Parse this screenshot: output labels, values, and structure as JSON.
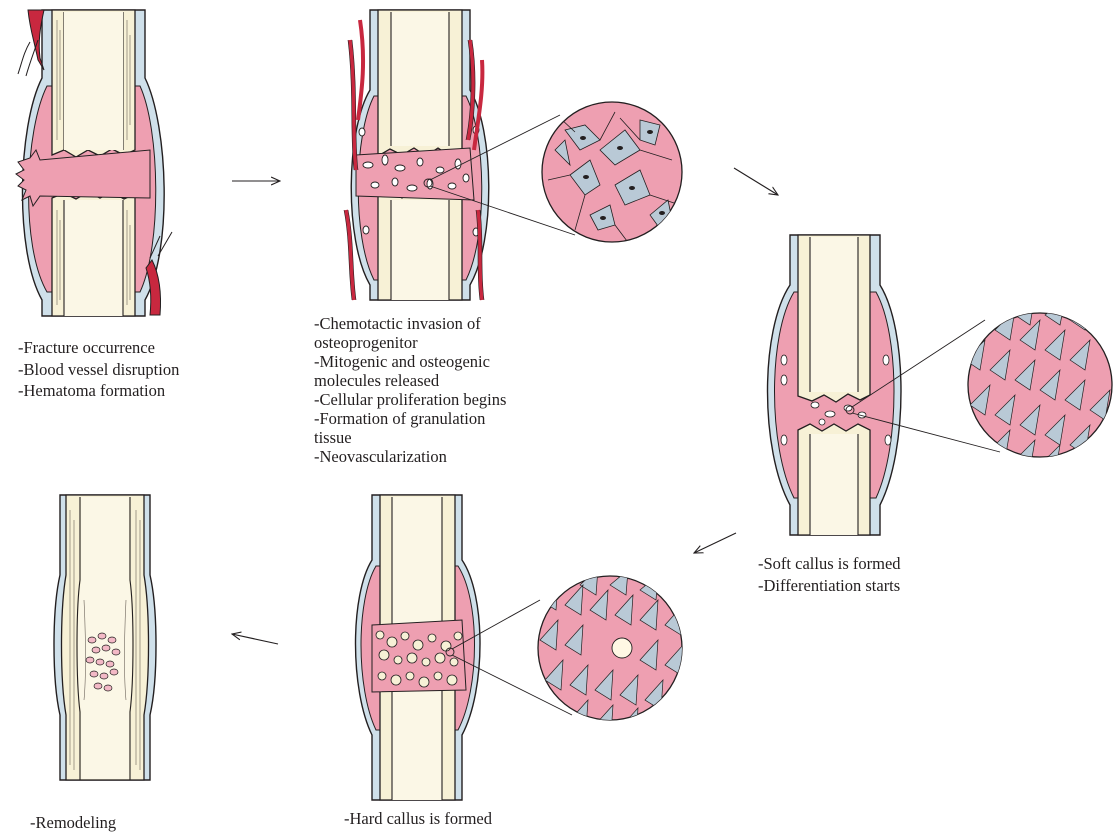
{
  "colors": {
    "pink": "#ee9fb1",
    "pink_light": "#f3b9c6",
    "bone": "#f7f1d6",
    "periosteum": "#cfe0ea",
    "vessel": "#c8283f",
    "cell": "#b9c9d6",
    "ink": "#231f20"
  },
  "stages": [
    {
      "name": "hematoma",
      "caption": [
        "-Fracture occurrence",
        "-Blood vessel disruption",
        "-Hematoma formation"
      ]
    },
    {
      "name": "inflammation",
      "caption": [
        "-Chemotactic invasion of",
        "osteoprogenitor",
        "-Mitogenic and osteogenic",
        "molecules released",
        "-Cellular proliferation begins",
        "-Formation of granulation",
        "tissue",
        "-Neovascularization"
      ]
    },
    {
      "name": "soft-callus",
      "caption": [
        "-Soft callus is formed",
        "-Differentiation starts"
      ]
    },
    {
      "name": "hard-callus",
      "caption": [
        "-Hard callus is formed"
      ]
    },
    {
      "name": "remodeling",
      "caption": [
        "-Remodeling"
      ]
    }
  ]
}
